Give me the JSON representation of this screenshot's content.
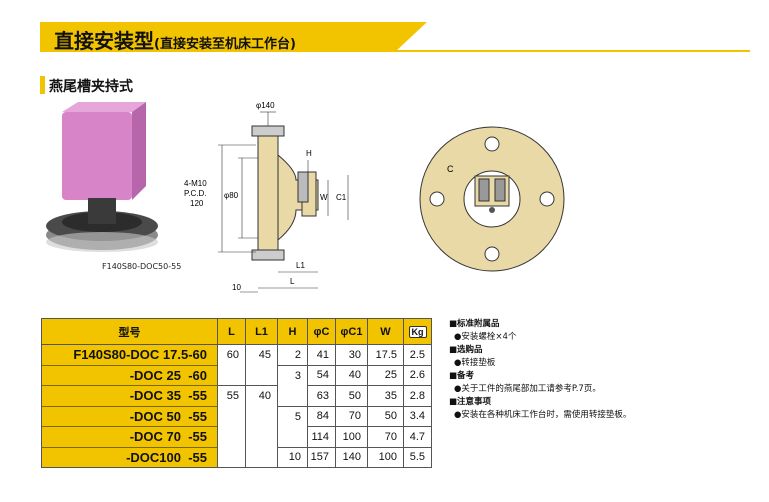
{
  "header": {
    "title": "直接安装型",
    "subtitle": "(直接安装至机床工作台)"
  },
  "section": {
    "title": "燕尾槽夹持式"
  },
  "figure": {
    "caption": "F140S80-DOC50-55",
    "dims": {
      "phi140": "φ140",
      "bolt1": "4-M10",
      "bolt2": "P.C.D.",
      "bolt3": "120",
      "phi80": "φ80",
      "H": "H",
      "W": "W",
      "C1": "C1",
      "L1": "L1",
      "L": "L",
      "ten": "10",
      "C": "C"
    }
  },
  "table": {
    "headers": [
      "型号",
      "L",
      "L1",
      "H",
      "φC",
      "φC1",
      "W",
      "Kg"
    ],
    "rows": [
      {
        "model": "F140S80-DOC 17.5-60",
        "L": "60",
        "L1": "45",
        "H": "2",
        "C": "41",
        "C1": "30",
        "W": "17.5",
        "kg": "2.5"
      },
      {
        "model": "-DOC 25  -60",
        "L": "",
        "L1": "",
        "H": "3",
        "C": "54",
        "C1": "40",
        "W": "25",
        "kg": "2.6"
      },
      {
        "model": "-DOC 35  -55",
        "L": "55",
        "L1": "40",
        "H": "",
        "C": "63",
        "C1": "50",
        "W": "35",
        "kg": "2.8"
      },
      {
        "model": "-DOC 50  -55",
        "L": "",
        "L1": "",
        "H": "5",
        "C": "84",
        "C1": "70",
        "W": "50",
        "kg": "3.4"
      },
      {
        "model": "-DOC 70  -55",
        "L": "",
        "L1": "",
        "H": "",
        "C": "114",
        "C1": "100",
        "W": "70",
        "kg": "4.7"
      },
      {
        "model": "-DOC100  -55",
        "L": "",
        "L1": "",
        "H": "10",
        "C": "157",
        "C1": "140",
        "W": "100",
        "kg": "5.5"
      }
    ]
  },
  "notes": [
    {
      "title": "■标准附属品",
      "item": "●安装螺栓×4个"
    },
    {
      "title": "■选购品",
      "item": "●转接垫板"
    },
    {
      "title": "■备考",
      "item": "●关于工件的燕尾部加工请参考P.7页。"
    },
    {
      "title": "■注意事项",
      "item": "●安装在各种机床工作台时，需使用转接垫板。"
    }
  ]
}
